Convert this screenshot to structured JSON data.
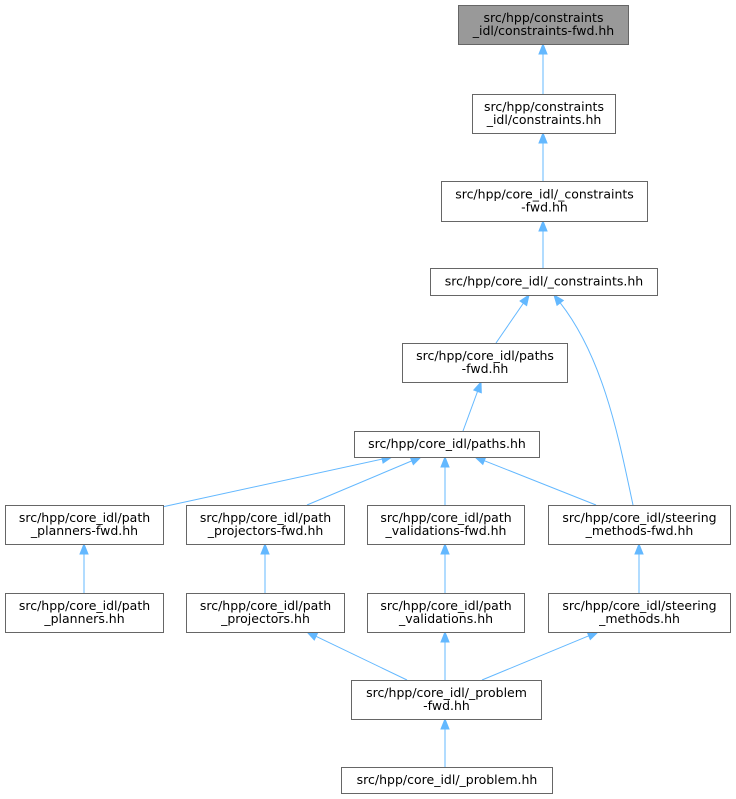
{
  "diagram": {
    "nodes": [
      {
        "id": "n0",
        "lines": [
          "src/hpp/constraints",
          "_idl/constraints-fwd.hh"
        ],
        "highlight": true
      },
      {
        "id": "n1",
        "lines": [
          "src/hpp/constraints",
          "_idl/constraints.hh"
        ]
      },
      {
        "id": "n2",
        "lines": [
          "src/hpp/core_idl/_constraints",
          "-fwd.hh"
        ]
      },
      {
        "id": "n3",
        "lines": [
          "src/hpp/core_idl/_constraints.hh"
        ]
      },
      {
        "id": "n4",
        "lines": [
          "src/hpp/core_idl/paths",
          "-fwd.hh"
        ]
      },
      {
        "id": "n5",
        "lines": [
          "src/hpp/core_idl/paths.hh"
        ]
      },
      {
        "id": "n6",
        "lines": [
          "src/hpp/core_idl/path",
          "_planners-fwd.hh"
        ]
      },
      {
        "id": "n7",
        "lines": [
          "src/hpp/core_idl/path",
          "_projectors-fwd.hh"
        ]
      },
      {
        "id": "n8",
        "lines": [
          "src/hpp/core_idl/path",
          "_validations-fwd.hh"
        ]
      },
      {
        "id": "n9",
        "lines": [
          "src/hpp/core_idl/steering",
          "_methods-fwd.hh"
        ]
      },
      {
        "id": "n10",
        "lines": [
          "src/hpp/core_idl/path",
          "_planners.hh"
        ]
      },
      {
        "id": "n11",
        "lines": [
          "src/hpp/core_idl/path",
          "_projectors.hh"
        ]
      },
      {
        "id": "n12",
        "lines": [
          "src/hpp/core_idl/path",
          "_validations.hh"
        ]
      },
      {
        "id": "n13",
        "lines": [
          "src/hpp/core_idl/steering",
          "_methods.hh"
        ]
      },
      {
        "id": "n14",
        "lines": [
          "src/hpp/core_idl/_problem",
          "-fwd.hh"
        ]
      },
      {
        "id": "n15",
        "lines": [
          "src/hpp/core_idl/_problem.hh"
        ]
      }
    ],
    "edges": [
      {
        "from": "n1",
        "to": "n0"
      },
      {
        "from": "n2",
        "to": "n1"
      },
      {
        "from": "n3",
        "to": "n2"
      },
      {
        "from": "n4",
        "to": "n3"
      },
      {
        "from": "n9",
        "to": "n3"
      },
      {
        "from": "n5",
        "to": "n4"
      },
      {
        "from": "n6",
        "to": "n5"
      },
      {
        "from": "n7",
        "to": "n5"
      },
      {
        "from": "n8",
        "to": "n5"
      },
      {
        "from": "n9",
        "to": "n5"
      },
      {
        "from": "n10",
        "to": "n6"
      },
      {
        "from": "n11",
        "to": "n7"
      },
      {
        "from": "n12",
        "to": "n8"
      },
      {
        "from": "n13",
        "to": "n9"
      },
      {
        "from": "n14",
        "to": "n11"
      },
      {
        "from": "n14",
        "to": "n12"
      },
      {
        "from": "n14",
        "to": "n13"
      },
      {
        "from": "n15",
        "to": "n14"
      }
    ],
    "colors": {
      "edge": "#63b8ff",
      "node_border": "#666666",
      "node_fill": "#ffffff",
      "highlight_fill": "#999999"
    }
  }
}
